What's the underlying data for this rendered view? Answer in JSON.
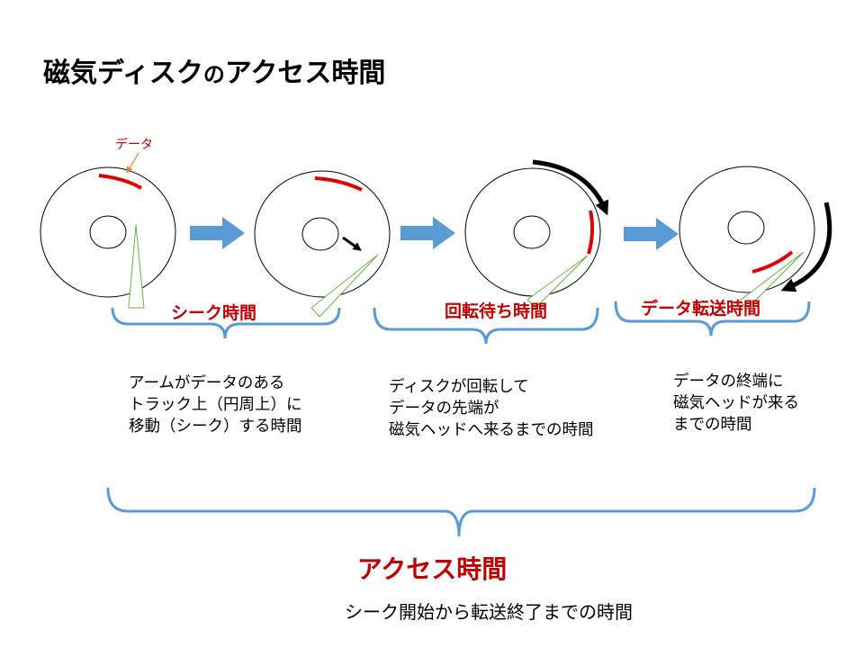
{
  "title": {
    "main": "磁気ディスク",
    "particle": "の",
    "rest": "アクセス時間"
  },
  "data_label": "データ",
  "phases": [
    {
      "label": "シーク時間",
      "description": [
        "アームがデータのある",
        "トラック上（円周上）に",
        "移動（シーク）する時間"
      ]
    },
    {
      "label": "回転待ち時間",
      "description": [
        "ディスクが回転して",
        "データの先端が",
        "磁気ヘッドへ来るまでの時間"
      ]
    },
    {
      "label": "データ転送時間",
      "description": [
        "データの終端に",
        "磁気ヘッドが来る",
        "までの時間"
      ]
    }
  ],
  "access": {
    "label": "アクセス時間",
    "description": "シーク開始から転送終了までの時間"
  },
  "colors": {
    "data_track": "#e00000",
    "brace": "#5b9bd5",
    "step_arrow": "#5b9bd5",
    "arm_stroke": "#70ad47",
    "label_red": "#c00000",
    "rotation_arrow": "#000000"
  }
}
